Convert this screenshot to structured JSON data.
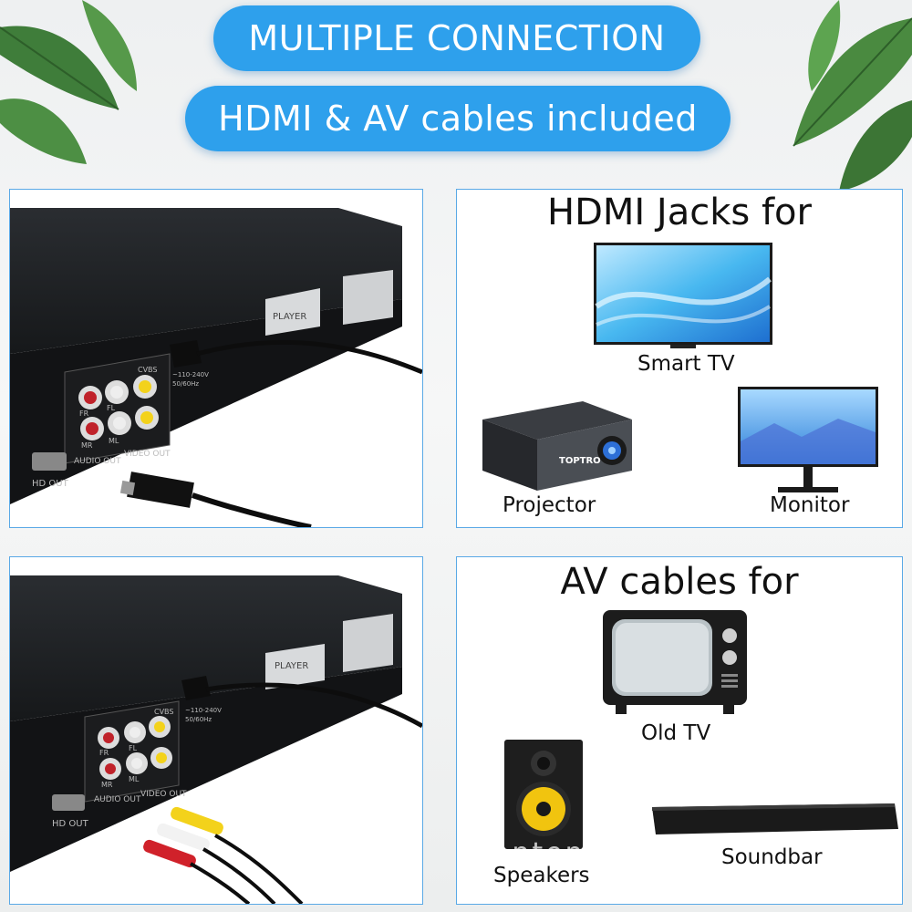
{
  "banner": {
    "title": "MULTIPLE CONNECTION",
    "subtitle": "HDMI & AV cables included"
  },
  "colors": {
    "accent": "#2ea0ec",
    "panel_border": "#5aa9e6"
  },
  "player_labels": {
    "hd_out": "HD OUT",
    "audio_out": "AUDIO OUT",
    "video_out": "VIDEO OUT",
    "player": "PLAYER",
    "fr": "FR",
    "fl": "FL",
    "mr": "MR",
    "ml": "ML",
    "cvbs": "CVBS",
    "voltage": "~110-240V",
    "freq": "50/60Hz"
  },
  "hdmi_section": {
    "heading": "HDMI Jacks for",
    "devices": [
      {
        "label": "Smart TV",
        "icon": "smart-tv-icon"
      },
      {
        "label": "Projector",
        "icon": "projector-icon",
        "brand": "TOPTRO"
      },
      {
        "label": "Monitor",
        "icon": "monitor-icon"
      }
    ]
  },
  "av_section": {
    "heading": "AV cables for",
    "devices": [
      {
        "label": "Old TV",
        "icon": "old-tv-icon"
      },
      {
        "label": "Speakers",
        "icon": "speaker-icon"
      },
      {
        "label": "Soundbar",
        "icon": "soundbar-icon"
      }
    ]
  },
  "watermark": "anten"
}
